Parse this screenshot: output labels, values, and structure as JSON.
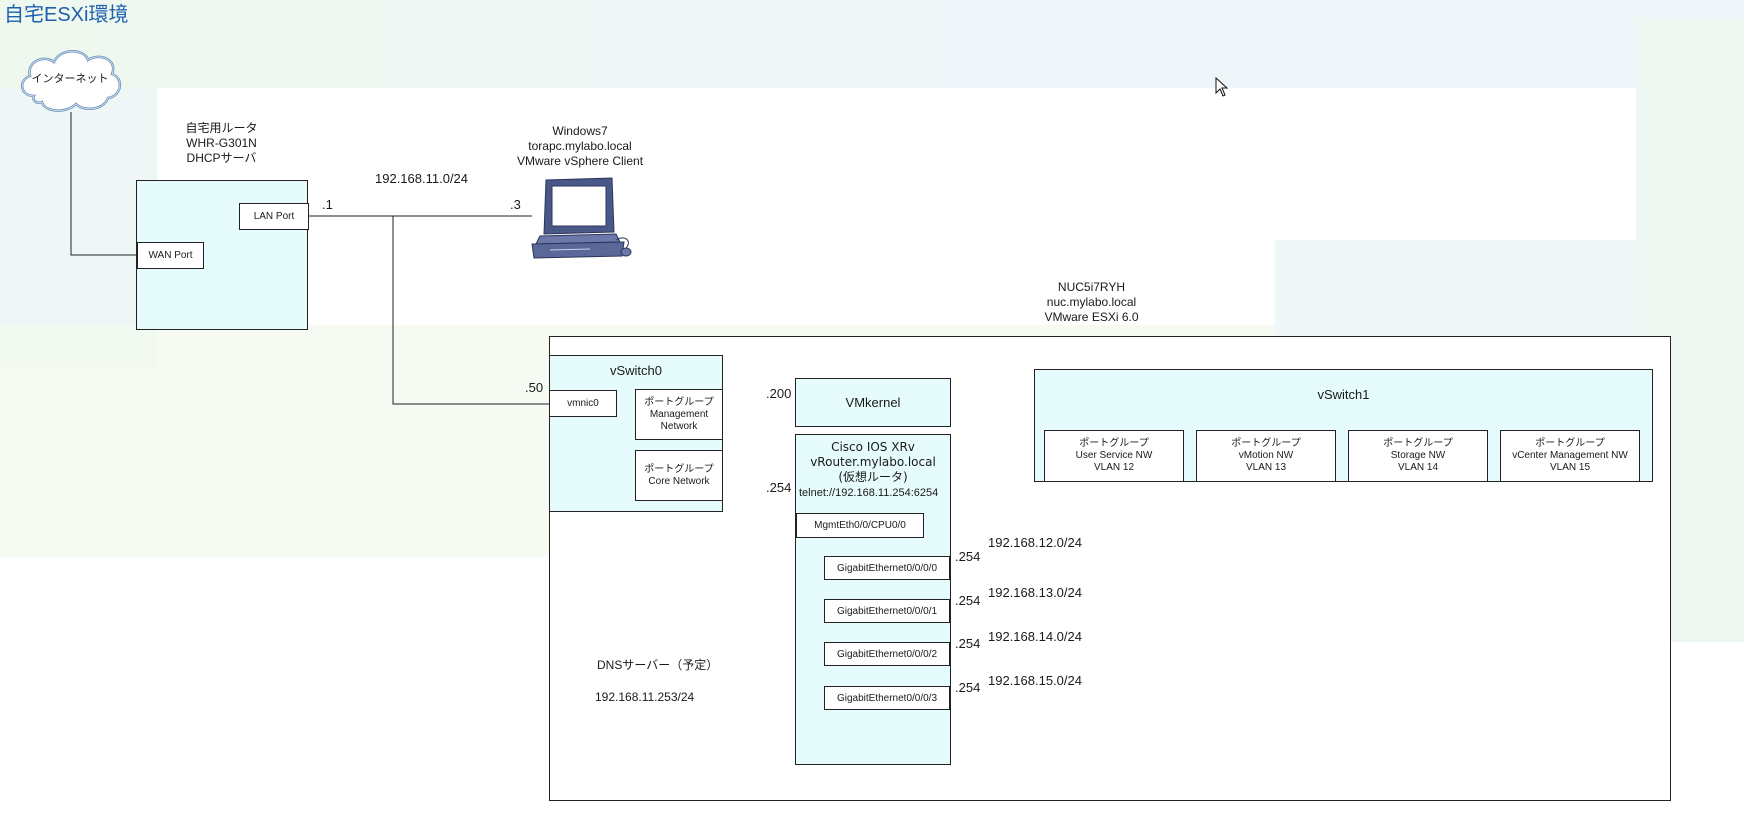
{
  "title": "自宅ESXi環境",
  "internet": {
    "label": "インターネット"
  },
  "router": {
    "lines": [
      "自宅用ルータ",
      "WHR-G301N",
      "DHCPサーバ"
    ],
    "lan_port": "LAN Port",
    "wan_port": "WAN Port",
    "lan_ip": ".1"
  },
  "network_main": "192.168.11.0/24",
  "client": {
    "lines": [
      "Windows7",
      "torapc.mylabo.local",
      "VMware vSphere Client"
    ],
    "ip": ".3"
  },
  "host": {
    "lines": [
      "NUC5i7RYH",
      "nuc.mylabo.local",
      "VMware ESXi 6.0"
    ],
    "vmnic_ip": ".50",
    "vmkernel_ip": ".200",
    "router_ip": ".254"
  },
  "vswitch0": {
    "title": "vSwitch0",
    "vmnic": "vmnic0",
    "pg_mgmt": [
      "ポートグループ",
      "Management",
      "Network"
    ],
    "pg_core": [
      "ポートグループ",
      "Core Network"
    ]
  },
  "vmkernel": "VMkernel",
  "xrv": {
    "lines": [
      "Cisco IOS XRv",
      "vRouter.mylabo.local",
      "(仮想ルータ)"
    ],
    "telnet": "telnet://192.168.11.254:6254",
    "mgmt": "MgmtEth0/0/CPU0/0",
    "interfaces": [
      {
        "name": "GigabitEthernet0/0/0/0",
        "ip": ".254",
        "net": "192.168.12.0/24"
      },
      {
        "name": "GigabitEthernet0/0/0/1",
        "ip": ".254",
        "net": "192.168.13.0/24"
      },
      {
        "name": "GigabitEthernet0/0/0/2",
        "ip": ".254",
        "net": "192.168.14.0/24"
      },
      {
        "name": "GigabitEthernet0/0/0/3",
        "ip": ".254",
        "net": "192.168.15.0/24"
      }
    ]
  },
  "vswitch1": {
    "title": "vSwitch1",
    "port_groups": [
      {
        "head": "ポートグループ",
        "name": "User Service NW",
        "vlan": "VLAN 12"
      },
      {
        "head": "ポートグループ",
        "name": "vMotion NW",
        "vlan": "VLAN 13"
      },
      {
        "head": "ポートグループ",
        "name": "Storage NW",
        "vlan": "VLAN 14"
      },
      {
        "head": "ポートグループ",
        "name": "vCenter Management NW",
        "vlan": "VLAN 15"
      }
    ]
  },
  "dns": {
    "label": "DNSサーバー（予定）",
    "ip": "192.168.11.253/24"
  },
  "colors": {
    "title": "#1f5fb0",
    "fill": "#e6fbfb",
    "line": "#222222"
  }
}
